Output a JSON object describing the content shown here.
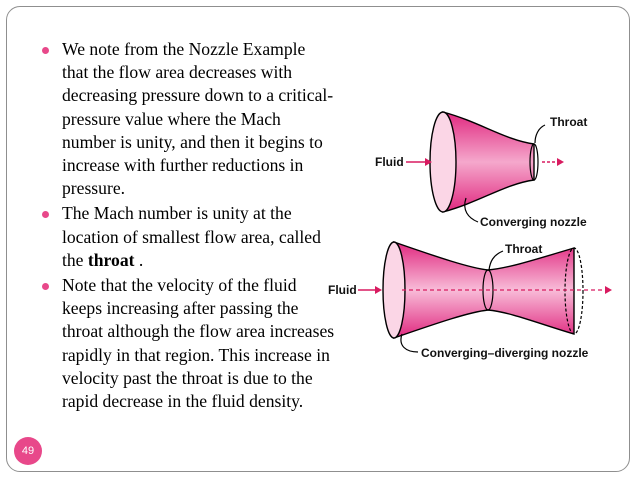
{
  "slide": {
    "page_number": "49",
    "bullets": [
      {
        "text": "We note from the Nozzle Example that the flow area decreases with decreasing pressure down to a critical-pressure value where the Mach number is unity, and then it begins to increase with further reductions in pressure."
      },
      {
        "text_before": "The Mach number is unity at the location of smallest flow area, called the ",
        "bold": "throat",
        "text_after": " ."
      },
      {
        "text": "Note that the velocity of the fluid keeps increasing after passing the throat although the flow area increases rapidly in that region. This increase in velocity past the throat is due to the rapid decrease in the fluid density."
      }
    ]
  },
  "figure_top": {
    "fluid_label": "Fluid",
    "throat_label": "Throat",
    "caption": "Converging nozzle"
  },
  "figure_bottom": {
    "fluid_label": "Fluid",
    "throat_label": "Throat",
    "caption": "Converging–diverging nozzle"
  },
  "colors": {
    "accent": "#e8488a",
    "nozzle_fill": "#e0287f",
    "nozzle_light": "#f5a8cc",
    "arrow": "#d81b60"
  }
}
